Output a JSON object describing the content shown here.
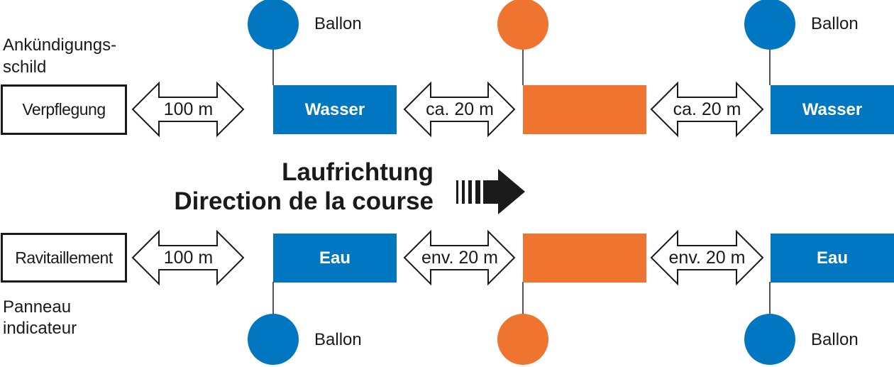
{
  "colors": {
    "blue": "#0077c0",
    "orange": "#ee7430",
    "ink": "#1a1a1a"
  },
  "top_row": {
    "side_label": [
      "Ankündigungs-",
      "schild"
    ],
    "sign": "Verpflegung",
    "distances": [
      "100 m",
      "ca. 20 m",
      "ca. 20 m"
    ],
    "stations": [
      {
        "label": "Wasser",
        "color": "blue",
        "balloon": "Ballon"
      },
      {
        "label": "",
        "color": "orange",
        "balloon": ""
      },
      {
        "label": "Wasser",
        "color": "blue",
        "balloon": "Ballon"
      }
    ]
  },
  "bottom_row": {
    "side_label": [
      "Panneau",
      "indicateur"
    ],
    "sign": "Ravitaillement",
    "distances": [
      "100 m",
      "env. 20 m",
      "env. 20 m"
    ],
    "stations": [
      {
        "label": "Eau",
        "color": "blue",
        "balloon": "Ballon"
      },
      {
        "label": "",
        "color": "orange",
        "balloon": ""
      },
      {
        "label": "Eau",
        "color": "blue",
        "balloon": "Ballon"
      }
    ]
  },
  "direction": {
    "line1": "Laufrichtung",
    "line2": "Direction de la course",
    "icon": "direction-arrow-icon"
  }
}
